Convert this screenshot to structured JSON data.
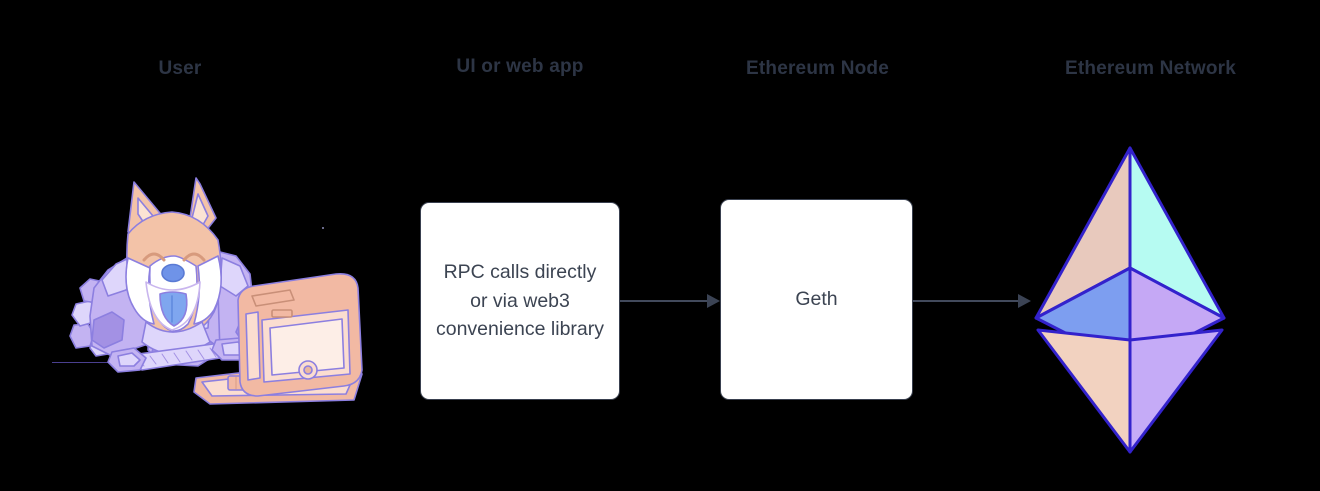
{
  "diagram": {
    "title": "Ethereum node interaction flow",
    "background_color": "#000000",
    "label_color": "#2d3545",
    "arrow_color": "#3b4354",
    "box_fill": "#ffffff",
    "box_border": "#39404f",
    "columns": [
      {
        "id": "user",
        "label": "User"
      },
      {
        "id": "ui",
        "label": "UI or web app"
      },
      {
        "id": "node",
        "label": "Ethereum Node"
      },
      {
        "id": "network",
        "label": "Ethereum Network"
      }
    ],
    "nodes": [
      {
        "id": "box-rpc",
        "type": "process-box",
        "text": "RPC calls directly or via web3 convenience library"
      },
      {
        "id": "box-geth",
        "type": "process-box",
        "text": "Geth"
      }
    ],
    "edges": [
      {
        "id": "arrow-1",
        "from": "box-rpc",
        "to": "box-geth",
        "label": ""
      },
      {
        "id": "arrow-2",
        "from": "box-geth",
        "to": "eth-logo",
        "label": ""
      }
    ],
    "illustrations": [
      {
        "id": "shiba",
        "name": "shiba-inu-at-computer-illustration",
        "description": "Smiling Shiba Inu wearing a lavender spacesuit typing on a retro peach-colored all-in-one computer",
        "palette": {
          "fur": "#f3c3a8",
          "fur_light": "#fbe3d4",
          "muzzle": "#ffffff",
          "nose": "#6f93e8",
          "tongue": "#7fa6ef",
          "suit": "#c3b3f2",
          "suit_light": "#ded6fb",
          "suit_dark": "#a391e4",
          "outline": "#8c7fe0",
          "computer": "#f2b9a3",
          "computer_light": "#fbddd0",
          "computer_screen": "#fdeee7"
        }
      },
      {
        "id": "eth-logo",
        "name": "ethereum-logo",
        "description": "Ethereum diamond logo rendered as six shaded facets",
        "palette": {
          "outline": "#3322cc",
          "top_left": "#e8c9bd",
          "top_right": "#b6fbf2",
          "mid_left": "#7d9ef0",
          "mid_right": "#c5a8f5",
          "bottom_left": "#f2d2c0",
          "bottom_right": "#c5abf7"
        }
      }
    ]
  }
}
